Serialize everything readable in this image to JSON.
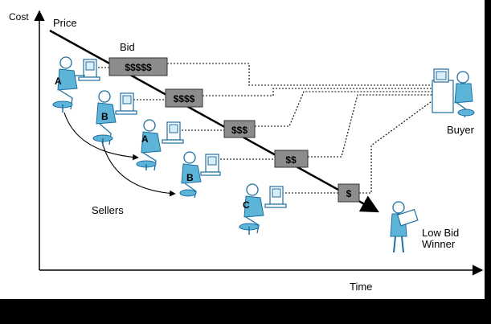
{
  "labels": {
    "cost": "Cost",
    "price": "Price",
    "bid": "Bid",
    "time": "Time",
    "buyer": "Buyer",
    "sellers": "Sellers",
    "winner_line1": "Low Bid",
    "winner_line2": "Winner"
  },
  "bids": [
    "$$$$$",
    "$$$$",
    "$$$",
    "$$",
    "$"
  ],
  "seller_letters": [
    "A",
    "B",
    "A",
    "B",
    "C"
  ],
  "colors": {
    "bid_box": "#8c8c8c",
    "figure": "#5cb4d8",
    "figure_outline": "#1f6fa0",
    "frame": "#000000",
    "background": "#ffffff"
  }
}
